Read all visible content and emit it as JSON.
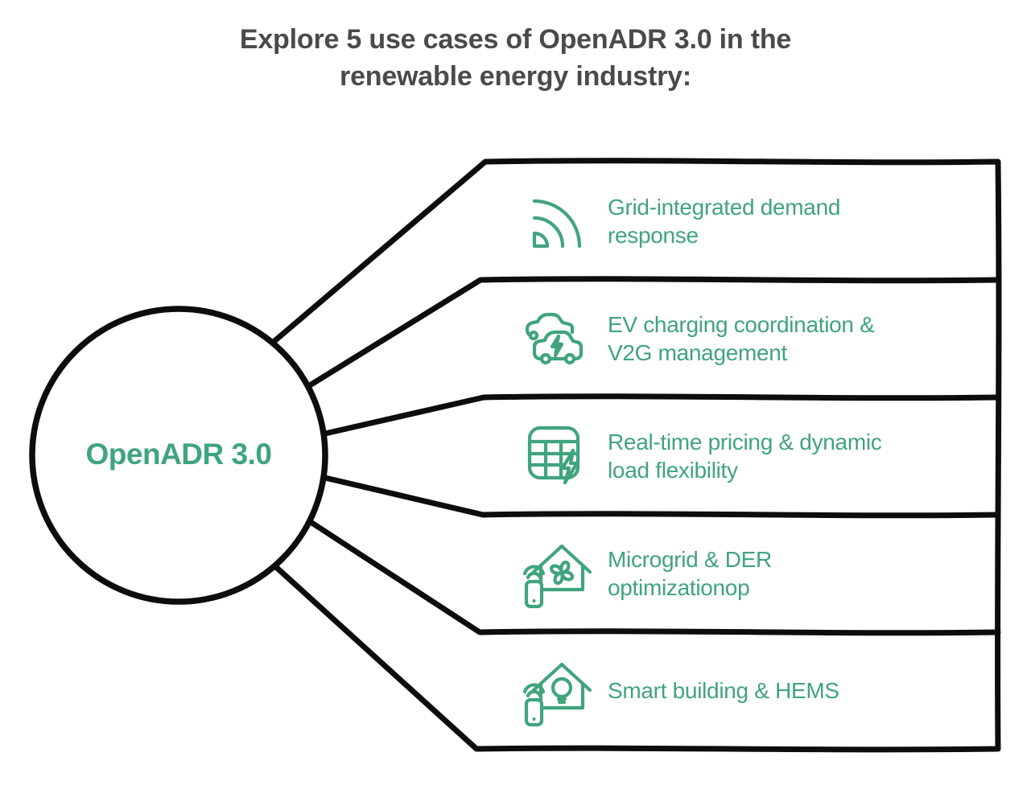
{
  "title": "Explore 5 use cases of OpenADR 3.0 in the\nrenewable energy industry:",
  "colors": {
    "accent_green": "#40A47C",
    "line_black": "#0D0D0D",
    "title_gray": "#4A4A4C",
    "background": "#FFFFFF"
  },
  "center_node": {
    "label": "OpenADR 3.0"
  },
  "use_cases": [
    {
      "icon": "signal-waves-icon",
      "label": "Grid-integrated demand\nresponse"
    },
    {
      "icon": "ev-charging-cars-icon",
      "label": "EV charging coordination &\nV2G management"
    },
    {
      "icon": "pricing-table-bolt-icon",
      "label": "Real-time pricing & dynamic\nload flexibility"
    },
    {
      "icon": "house-fan-remote-icon",
      "label": "Microgrid & DER\noptimizationop"
    },
    {
      "icon": "house-bulb-remote-icon",
      "label": "Smart building & HEMS"
    }
  ]
}
